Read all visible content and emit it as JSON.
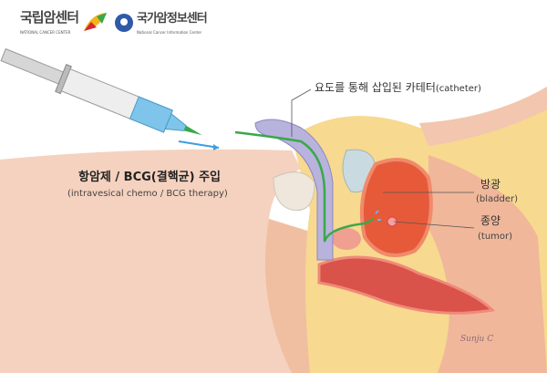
{
  "logos": {
    "ncc": {
      "name": "국립암센터",
      "subtitle": "NATIONAL CANCER CENTER"
    },
    "ncic": {
      "name": "국가암정보센터",
      "subtitle": "National Cancer Information Center"
    }
  },
  "labels": {
    "catheter": {
      "ko": "요도를 통해 삽입된 카테터",
      "en": "(catheter)"
    },
    "injection": {
      "ko": "항암제 / BCG(결핵균) 주입",
      "en": "(intravesical chemo / BCG therapy)"
    },
    "bladder": {
      "ko": "방광",
      "en": "(bladder)"
    },
    "tumor": {
      "ko": "종양",
      "en": "(tumor)"
    }
  },
  "signature": "Sunju C",
  "colors": {
    "skin": "#f2c2a6",
    "bladder": "#e0573a",
    "fat": "#f6d58a",
    "catheter": "#3aa84a",
    "fluid": "#5fb7e6",
    "arrow": "#3a9fe0"
  }
}
